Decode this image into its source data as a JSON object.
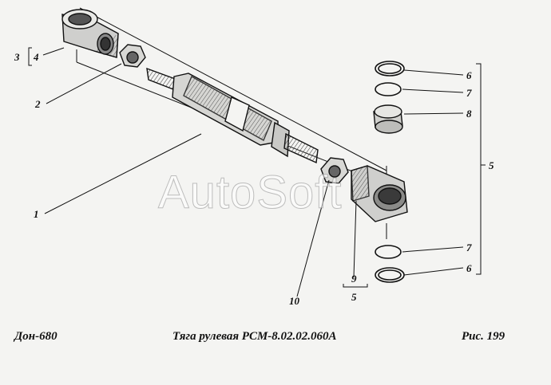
{
  "callouts": {
    "c1": "1",
    "c2": "2",
    "c3": "3",
    "c4": "4",
    "c5_right": "5",
    "c5_bottom": "5",
    "c6_top": "6",
    "c7_top": "7",
    "c8": "8",
    "c7_bottom": "7",
    "c6_bottom": "6",
    "c9": "9",
    "c10": "10"
  },
  "footer": {
    "left": "Дон-680",
    "center": "Тяга рулевая РСМ-8.02.02.060А",
    "right": "Рис.   199"
  },
  "watermark": "AutoSoft",
  "colors": {
    "line": "#111111",
    "background": "#f4f4f2"
  }
}
